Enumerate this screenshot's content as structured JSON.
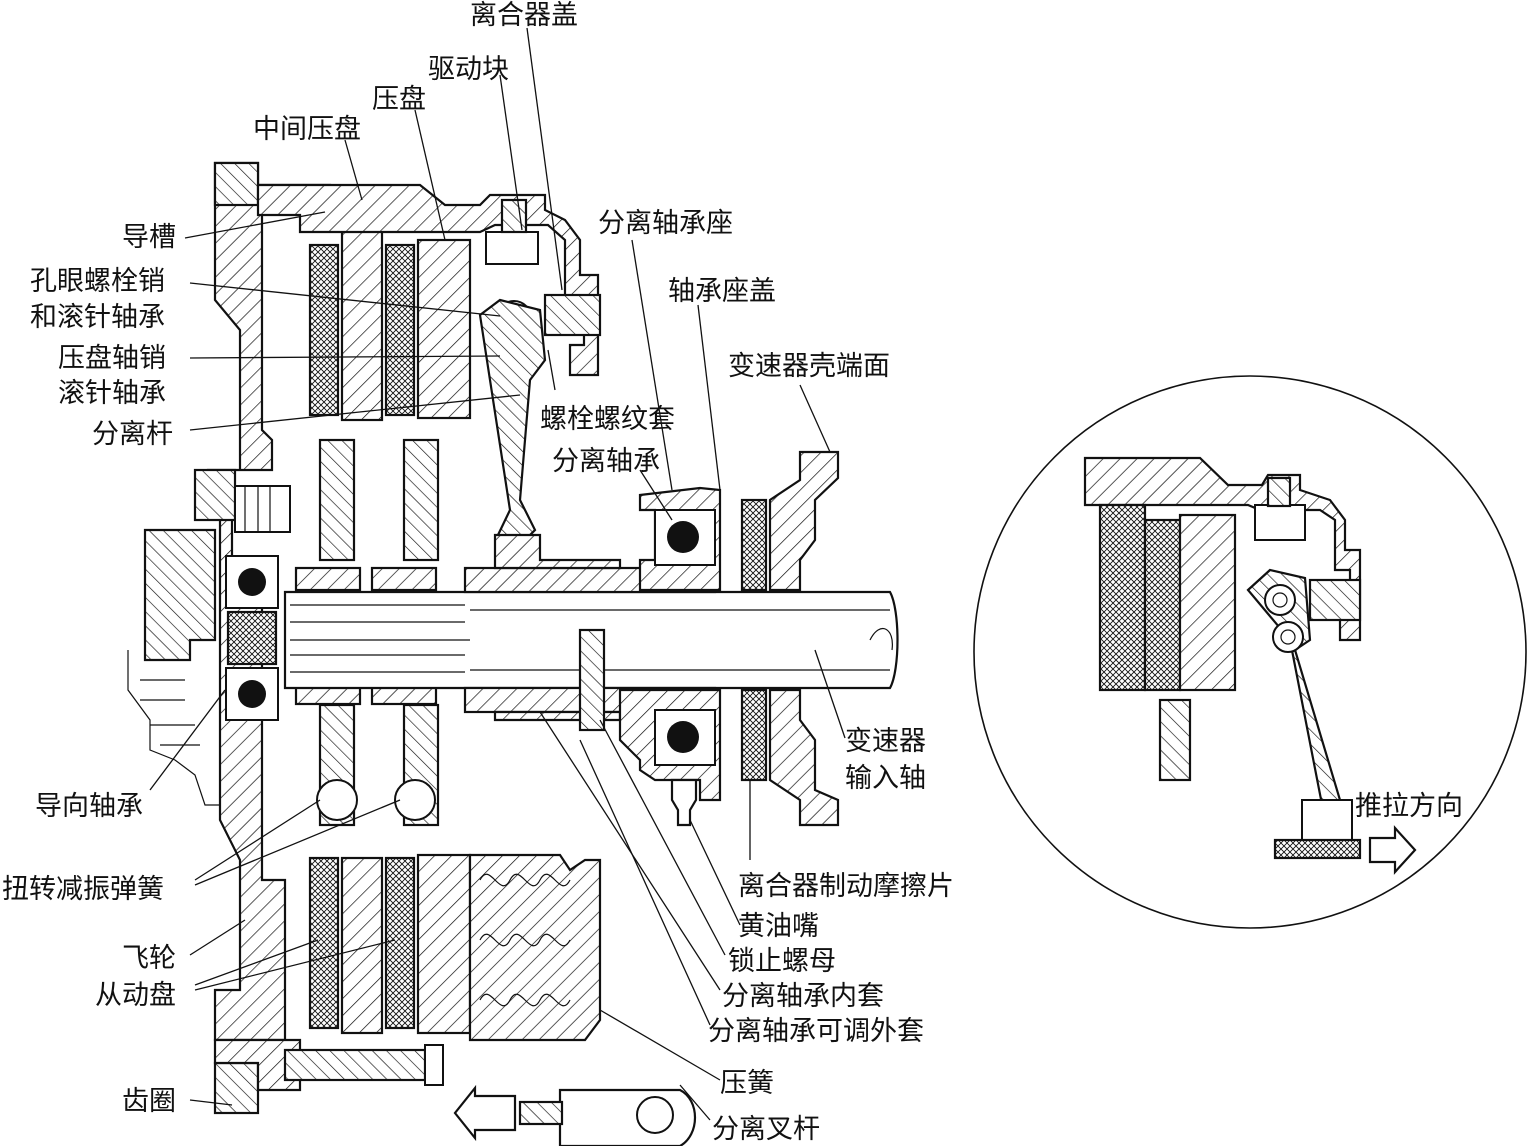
{
  "labels": {
    "cover": "离合器盖",
    "drive_block": "驱动块",
    "pressure_plate": "压盘",
    "intermediate_plate": "中间压盘",
    "guide_groove": "导槽",
    "eyebolt_pin_line1": "孔眼螺栓销",
    "eyebolt_pin_line2": "和滚针轴承",
    "plate_pin_line1": "压盘轴销",
    "plate_pin_line2": "滚针轴承",
    "release_lever": "分离杆",
    "release_bearing_seat": "分离轴承座",
    "bearing_seat_cover": "轴承座盖",
    "gearbox_face": "变速器壳端面",
    "bolt_thread_sleeve": "螺栓螺纹套",
    "release_bearing": "分离轴承",
    "pilot_bearing": "导向轴承",
    "torsion_spring": "扭转减振弹簧",
    "flywheel": "飞轮",
    "driven_disc": "从动盘",
    "ring_gear": "齿圈",
    "input_shaft_line1": "变速器",
    "input_shaft_line2": "输入轴",
    "brake_pad": "离合器制动摩擦片",
    "grease_nipple": "黄油嘴",
    "lock_nut": "锁止螺母",
    "inner_sleeve": "分离轴承内套",
    "adjustable_outer_sleeve": "分离轴承可调外套",
    "pressure_spring": "压簧",
    "release_fork": "分离叉杆",
    "push_pull_direction": "推拉方向"
  }
}
